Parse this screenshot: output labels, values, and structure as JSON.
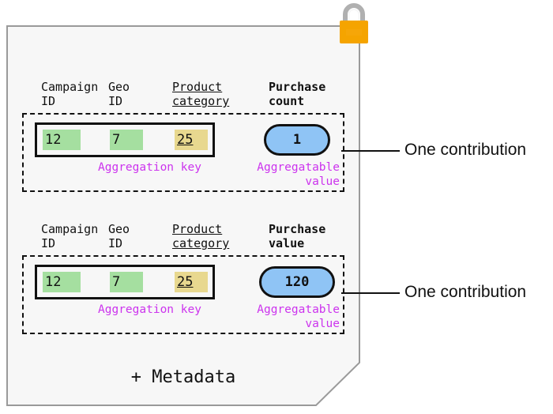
{
  "document": {
    "lock_icon": "padlock-icon",
    "footer_label": "+ Metadata"
  },
  "columns": {
    "campaign_id": "Campaign\nID",
    "geo_id": "Geo\nID",
    "product_category": "Product\ncategory",
    "purchase_count": "Purchase\ncount",
    "purchase_value": "Purchase\nvalue"
  },
  "contributions": [
    {
      "name": "contribution-1",
      "metric_label": "Purchase\ncount",
      "campaign_id": "12",
      "geo_id": "7",
      "product_category": "25",
      "aggregation_key_label": "Aggregation key",
      "aggregatable_value": "1",
      "aggregatable_value_label": "Aggregatable\nvalue",
      "callout": "One contribution"
    },
    {
      "name": "contribution-2",
      "metric_label": "Purchase\nvalue",
      "campaign_id": "12",
      "geo_id": "7",
      "product_category": "25",
      "aggregation_key_label": "Aggregation key",
      "aggregatable_value": "120",
      "aggregatable_value_label": "Aggregatable\nvalue",
      "callout": "One contribution"
    }
  ],
  "colors": {
    "page_background": "#ffffff",
    "document_fill": "#f7f7f7",
    "document_stroke": "#9a9a9a",
    "key_highlight_green": "#a5dfa0",
    "key_highlight_tan": "#e8d88f",
    "value_pill_fill": "#8fc4f5",
    "annotation_purple": "#cc33ee",
    "lock_body": "#f5a400",
    "lock_shackle": "#b0b0b0",
    "outline_black": "#111111"
  }
}
